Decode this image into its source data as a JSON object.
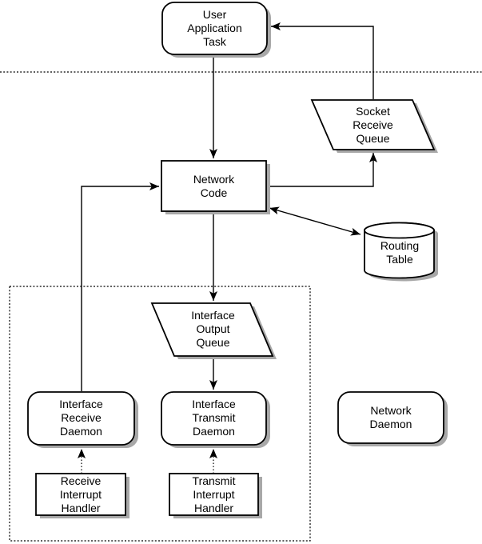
{
  "diagram": {
    "colors": {
      "background": "#ffffff",
      "stroke": "#000000",
      "fill": "#ffffff",
      "shadow": "#a8a8a8"
    },
    "nodes": {
      "user_application_task": {
        "shape": "rounded-rect",
        "lines": [
          "User",
          "Application",
          "Task"
        ]
      },
      "socket_receive_queue": {
        "shape": "parallelogram",
        "lines": [
          "Socket",
          "Receive",
          "Queue"
        ]
      },
      "network_code": {
        "shape": "rect",
        "lines": [
          "Network",
          "Code"
        ]
      },
      "routing_table": {
        "shape": "cylinder",
        "lines": [
          "Routing",
          "Table"
        ]
      },
      "interface_output_queue": {
        "shape": "parallelogram",
        "lines": [
          "Interface",
          "Output",
          "Queue"
        ]
      },
      "interface_receive_daemon": {
        "shape": "rounded-rect",
        "lines": [
          "Interface",
          "Receive",
          "Daemon"
        ]
      },
      "interface_transmit_daemon": {
        "shape": "rounded-rect",
        "lines": [
          "Interface",
          "Transmit",
          "Daemon"
        ]
      },
      "network_daemon": {
        "shape": "rounded-rect",
        "lines": [
          "Network",
          "Daemon"
        ]
      },
      "receive_interrupt_handler": {
        "shape": "rect",
        "lines": [
          "Receive",
          "Interrupt",
          "Handler"
        ]
      },
      "transmit_interrupt_handler": {
        "shape": "rect",
        "lines": [
          "Transmit",
          "Interrupt",
          "Handler"
        ]
      }
    },
    "edges": [
      {
        "from": "user_application_task",
        "to": "network_code",
        "style": "solid"
      },
      {
        "from": "socket_receive_queue",
        "to": "user_application_task",
        "style": "solid"
      },
      {
        "from": "network_code",
        "to": "socket_receive_queue",
        "style": "solid"
      },
      {
        "from": "network_code",
        "to": "routing_table",
        "style": "solid",
        "bidirectional": true
      },
      {
        "from": "network_code",
        "to": "interface_output_queue",
        "style": "solid"
      },
      {
        "from": "interface_output_queue",
        "to": "interface_transmit_daemon",
        "style": "solid"
      },
      {
        "from": "interface_receive_daemon",
        "to": "network_code",
        "style": "solid"
      },
      {
        "from": "receive_interrupt_handler",
        "to": "interface_receive_daemon",
        "style": "dotted"
      },
      {
        "from": "transmit_interrupt_handler",
        "to": "interface_transmit_daemon",
        "style": "dotted"
      }
    ]
  }
}
